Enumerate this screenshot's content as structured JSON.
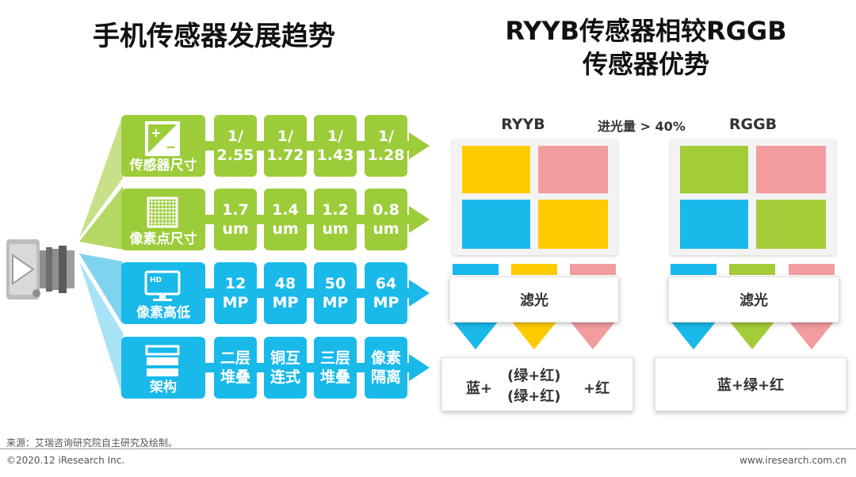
{
  "left_title": "手机传感器发展趋势",
  "right_title_line1": "RYYB传感器相较RGGB",
  "right_title_line2": "传感器优势",
  "rows": [
    {
      "label": "传感器尺寸",
      "icon": "aperture-icon",
      "values": [
        [
          "1/",
          "2.55"
        ],
        [
          "1/",
          "1.72"
        ],
        [
          "1/",
          "1.43"
        ],
        [
          "1/",
          "1.28"
        ]
      ]
    },
    {
      "label": "像素点尺寸",
      "icon": "pixel-grid-icon",
      "values": [
        [
          "1.7",
          "um"
        ],
        [
          "1.4",
          "um"
        ],
        [
          "1.2",
          "um"
        ],
        [
          "0.8",
          "um"
        ]
      ]
    },
    {
      "label": "像素高低",
      "icon": "hd-monitor-icon",
      "values": [
        [
          "12",
          "MP"
        ],
        [
          "48",
          "MP"
        ],
        [
          "50",
          "MP"
        ],
        [
          "64",
          "MP"
        ]
      ]
    },
    {
      "label": "架构",
      "icon": "layers-icon",
      "values": [
        [
          "二层",
          "堆叠"
        ],
        [
          "铜互",
          "连式"
        ],
        [
          "三层",
          "堆叠"
        ],
        [
          "像素",
          "隔离"
        ]
      ]
    }
  ],
  "ryyb": {
    "label": "RYYB",
    "filter_label": "滤光",
    "result_left": "蓝+",
    "result_mid_1": "(绿+红)",
    "result_mid_2": "(绿+红)",
    "result_right": "+红"
  },
  "comparison": "进光量 > 40%",
  "rggb": {
    "label": "RGGB",
    "filter_label": "滤光",
    "result": "蓝+绿+红"
  },
  "colors": {
    "green": "#9ccc3a",
    "blue": "#19b9ea",
    "yellow": "#fecb00",
    "pink": "#f29ca0",
    "cyan": "#19b9ea",
    "lime": "#a3cc39"
  },
  "source": "来源：艾瑞咨询研究院自主研究及绘制。",
  "footer_left": "©2020.12 iResearch Inc.",
  "footer_right": "www.iresearch.com.cn"
}
